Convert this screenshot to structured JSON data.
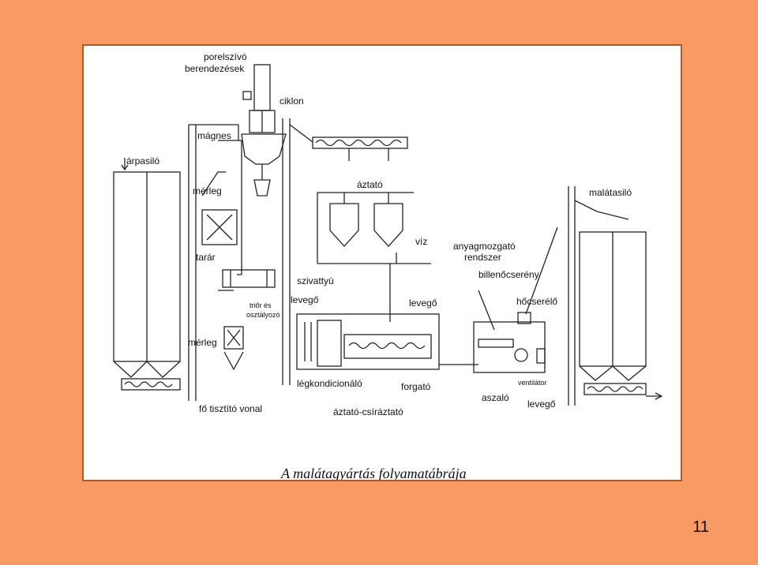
{
  "labels": {
    "porelszivo": "porelszívó",
    "berendezesek": "berendezések",
    "ciklon": "ciklon",
    "magnes": "mágnes",
    "arpasilo": "árpasiló",
    "merleg_top": "mérleg",
    "aztato": "áztató",
    "malatasilo": "malátasiló",
    "viz": "víz",
    "anyagmozgato": "anyagmozgató",
    "rendszer": "rendszer",
    "tarar": "tarár",
    "szivattyu": "szivattyú",
    "billenocseremy": "billenőcserény",
    "levego_left": "levegő",
    "levego_mid": "levegő",
    "hocserelo": "hőcserélő",
    "trior_es": "triőr és",
    "osztalyozo": "osztályozó",
    "merleg_bottom": "mérleg",
    "ventilator": "ventilátor",
    "legkondicionalo": "légkondicionáló",
    "forgato": "forgató",
    "aszalo": "aszaló",
    "levego_right": "levegő",
    "fo_tisztito_vonal": "fő tisztító vonal",
    "aztato_csiraztato": "áztató-csíráztató"
  },
  "caption": "A malátagyártás folyamatábrája",
  "page_number": "11",
  "colors": {
    "background": "#F79A63",
    "frame_border": "#B05A1E",
    "line": "#222222"
  }
}
